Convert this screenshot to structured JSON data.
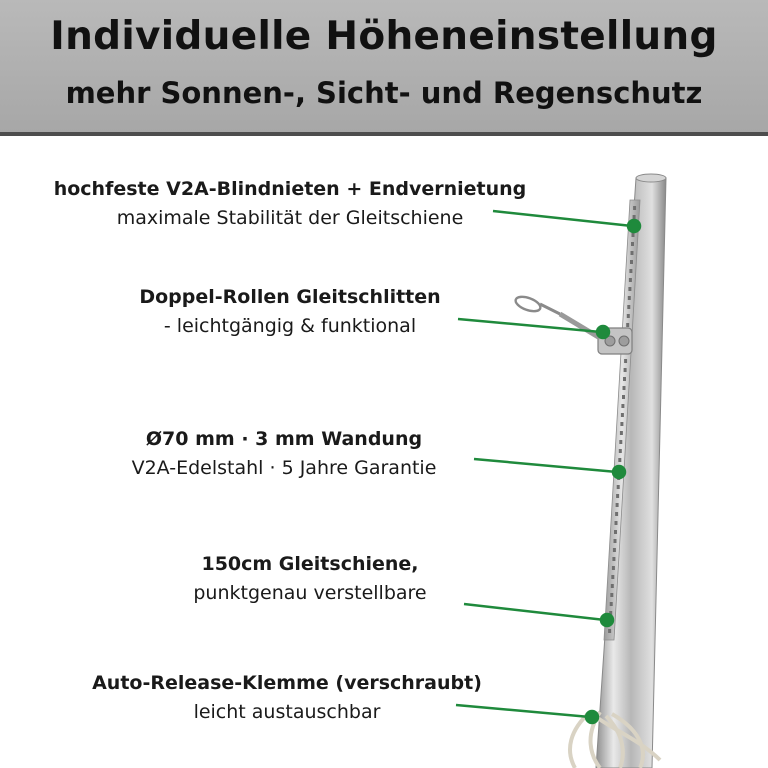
{
  "header": {
    "title": "Individuelle Höheneinstellung",
    "subtitle": "mehr Sonnen-, Sicht- und Regenschutz"
  },
  "callouts": [
    {
      "bold": "hochfeste V2A-Blindnieten + Endvernietung",
      "normal": "maximale Stabilität der Gleitschiene"
    },
    {
      "bold": "Doppel-Rollen Gleitschlitten",
      "normal": "- leichtgängig & funktional"
    },
    {
      "bold": "Ø70 mm · 3 mm Wandung",
      "normal": "V2A-Edelstahl · 5 Jahre Garantie"
    },
    {
      "bold": "150cm Gleitschiene,",
      "normal": "punktgenau verstellbare"
    },
    {
      "bold": "Auto-Release-Klemme (verschraubt)",
      "normal": "leicht austauschbar"
    }
  ],
  "colors": {
    "header_bg": "#b0b0b0",
    "accent_green": "#1f8a3c",
    "pole_steel": "#c9c9c9"
  },
  "icons": [
    "stainless-steel-pole",
    "snap-hook-carabiner",
    "rope-coil"
  ]
}
